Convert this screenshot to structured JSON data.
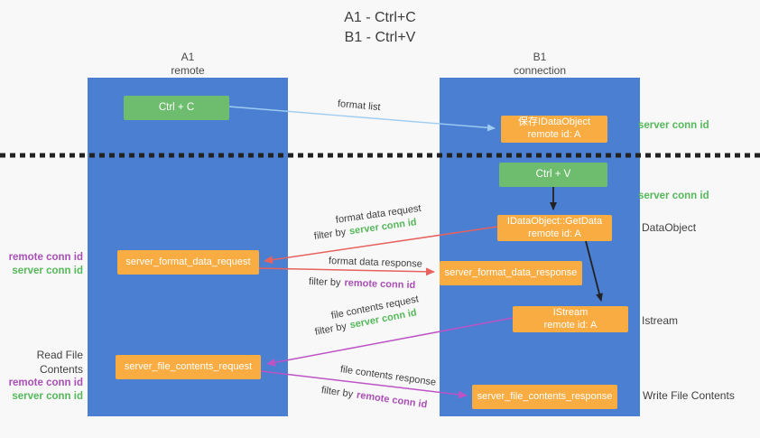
{
  "title": {
    "line1": "A1 - Ctrl+C",
    "line2": "B1 - Ctrl+V"
  },
  "colors": {
    "bg": "#f8f8f8",
    "column_blue": "#4a7fd2",
    "box_green": "#6ebd6e",
    "box_orange": "#f8ac42",
    "arrow_blue": "#9fcdf2",
    "arrow_black": "#222222",
    "arrow_red": "#e7625e",
    "arrow_magenta": "#bd54c6",
    "text_green": "#55b85a",
    "text_purple": "#a94fb5",
    "text_dark": "#3d3d3d"
  },
  "columns": {
    "a1": {
      "title": "A1",
      "subtitle": "remote"
    },
    "b1": {
      "title": "B1",
      "subtitle": "connection"
    }
  },
  "nodes": {
    "ctrl_c": {
      "label": "Ctrl + C"
    },
    "save_idataobject": {
      "line1": "保存IDataObject",
      "line2": "remote id: A"
    },
    "ctrl_v": {
      "label": "Ctrl + V"
    },
    "getdata": {
      "line1": "IDataObject::GetData",
      "line2": "remote id: A"
    },
    "format_request": {
      "label": "server_format_data_request"
    },
    "format_response": {
      "label": "server_format_data_response"
    },
    "istream": {
      "line1": "IStream",
      "line2": "remote id: A"
    },
    "file_request": {
      "label": "server_file_contents_request"
    },
    "file_response": {
      "label": "server_file_contents_response"
    }
  },
  "edge_labels": {
    "format_list": "format list",
    "format_data_request": "format data request",
    "format_data_response": "format data response",
    "file_contents_request": "file contents request",
    "file_contents_response": "file contents response",
    "filter_by": "filter by",
    "server_conn_id": "server conn id",
    "remote_conn_id": "remote conn id"
  },
  "side_labels": {
    "server_conn_id": "server conn id",
    "remote_conn_id": "remote conn id",
    "dataobject": "DataObject",
    "istream": "Istream",
    "read_file_contents": "Read File Contents",
    "write_file_contents": "Write File Contents"
  }
}
